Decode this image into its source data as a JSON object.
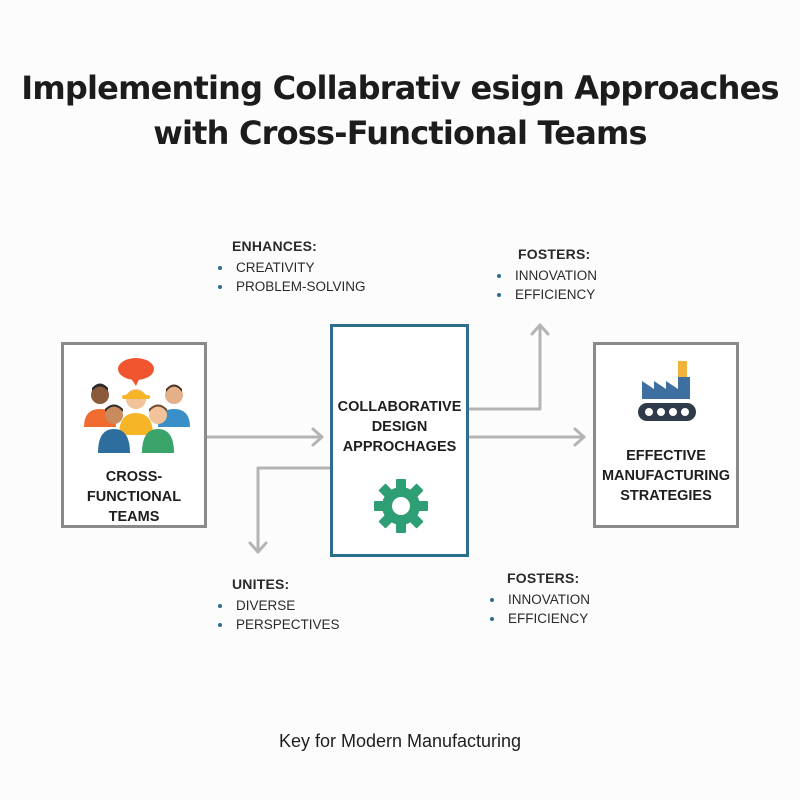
{
  "title": {
    "line1": "Implementing Collabrativ esign Approaches",
    "line2": "with Cross-Functional Teams"
  },
  "nodes": {
    "teams": {
      "line1": "CROSS-FUNCTIONAL",
      "line2": "TEAMS",
      "icon": "team-people-icon"
    },
    "collab": {
      "line1": "COLLABORATIVE",
      "line2": "DESIGN",
      "line3": "APPROCHAGES",
      "icon": "gear-icon"
    },
    "effective": {
      "line1": "EFFECTIVE",
      "line2": "MANUFACTURING",
      "line3": "STRATEGIES",
      "icon": "factory-icon"
    }
  },
  "annotations": {
    "enhances": {
      "heading": "ENHANCES:",
      "items": [
        "CREATIVITY",
        "PROBLEM-SOLVING"
      ]
    },
    "fosters_top": {
      "heading": "FOSTERS:",
      "items": [
        "INNOVATION",
        "EFFICIENCY"
      ]
    },
    "unites": {
      "heading": "UNITES:",
      "items": [
        "DIVERSE",
        "PERSPECTIVES"
      ]
    },
    "fosters_bottom": {
      "heading": "FOSTERS:",
      "items": [
        "INNOVATION",
        "EFFICIENCY"
      ]
    }
  },
  "footer": "Key for Modern Manufacturing",
  "colors": {
    "accent_border": "#2d6e8e",
    "box_border": "#8a8a8a",
    "arrow": "#b4b4b4",
    "gear": "#2e9e74",
    "factory": "#3d6fa0",
    "chimney": "#f2b33d"
  }
}
